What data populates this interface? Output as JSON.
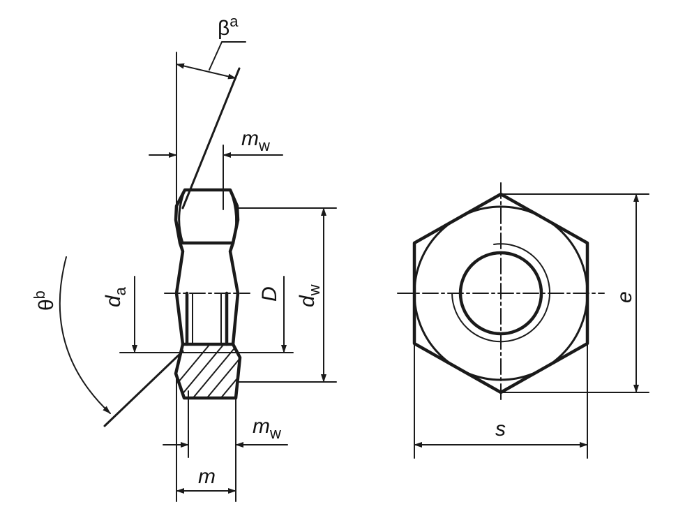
{
  "labels": {
    "beta": "β",
    "beta_note": "a",
    "theta": "θ",
    "theta_note": "b",
    "mw_top": "m",
    "mw_top_sub": "w",
    "mw_bottom": "m",
    "mw_bottom_sub": "w",
    "da": "d",
    "da_sub": "a",
    "D": "D",
    "dw": "d",
    "dw_sub": "w",
    "m": "m",
    "s": "s",
    "e": "e"
  }
}
